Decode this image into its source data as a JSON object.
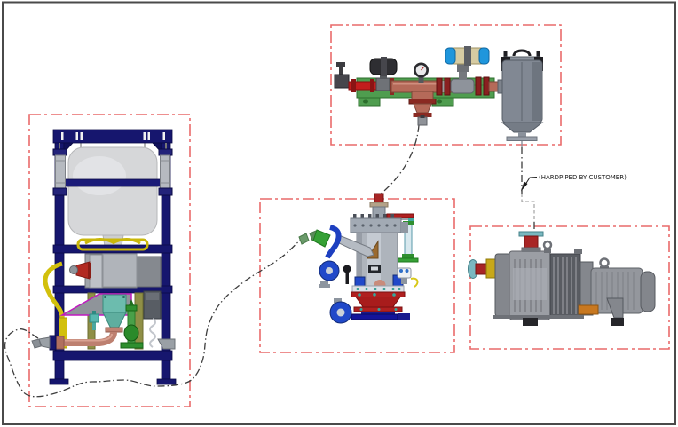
{
  "drawing": {
    "note": "(HARDPIPED BY CUSTOMER)",
    "colors": {
      "annotation_box": "#e96a6a",
      "connection_line": "#3d3d3d",
      "customer_pipe_dash": "#9a9a9a",
      "outer_border": "#4a4a4a",
      "frame_blue": "#16166e",
      "background": "#ffffff"
    },
    "components": [
      {
        "id": "bulk-bag-unloader"
      },
      {
        "id": "valve-manifold-assembly"
      },
      {
        "id": "filter-receiver"
      },
      {
        "id": "vacuum-pump-package"
      }
    ]
  }
}
